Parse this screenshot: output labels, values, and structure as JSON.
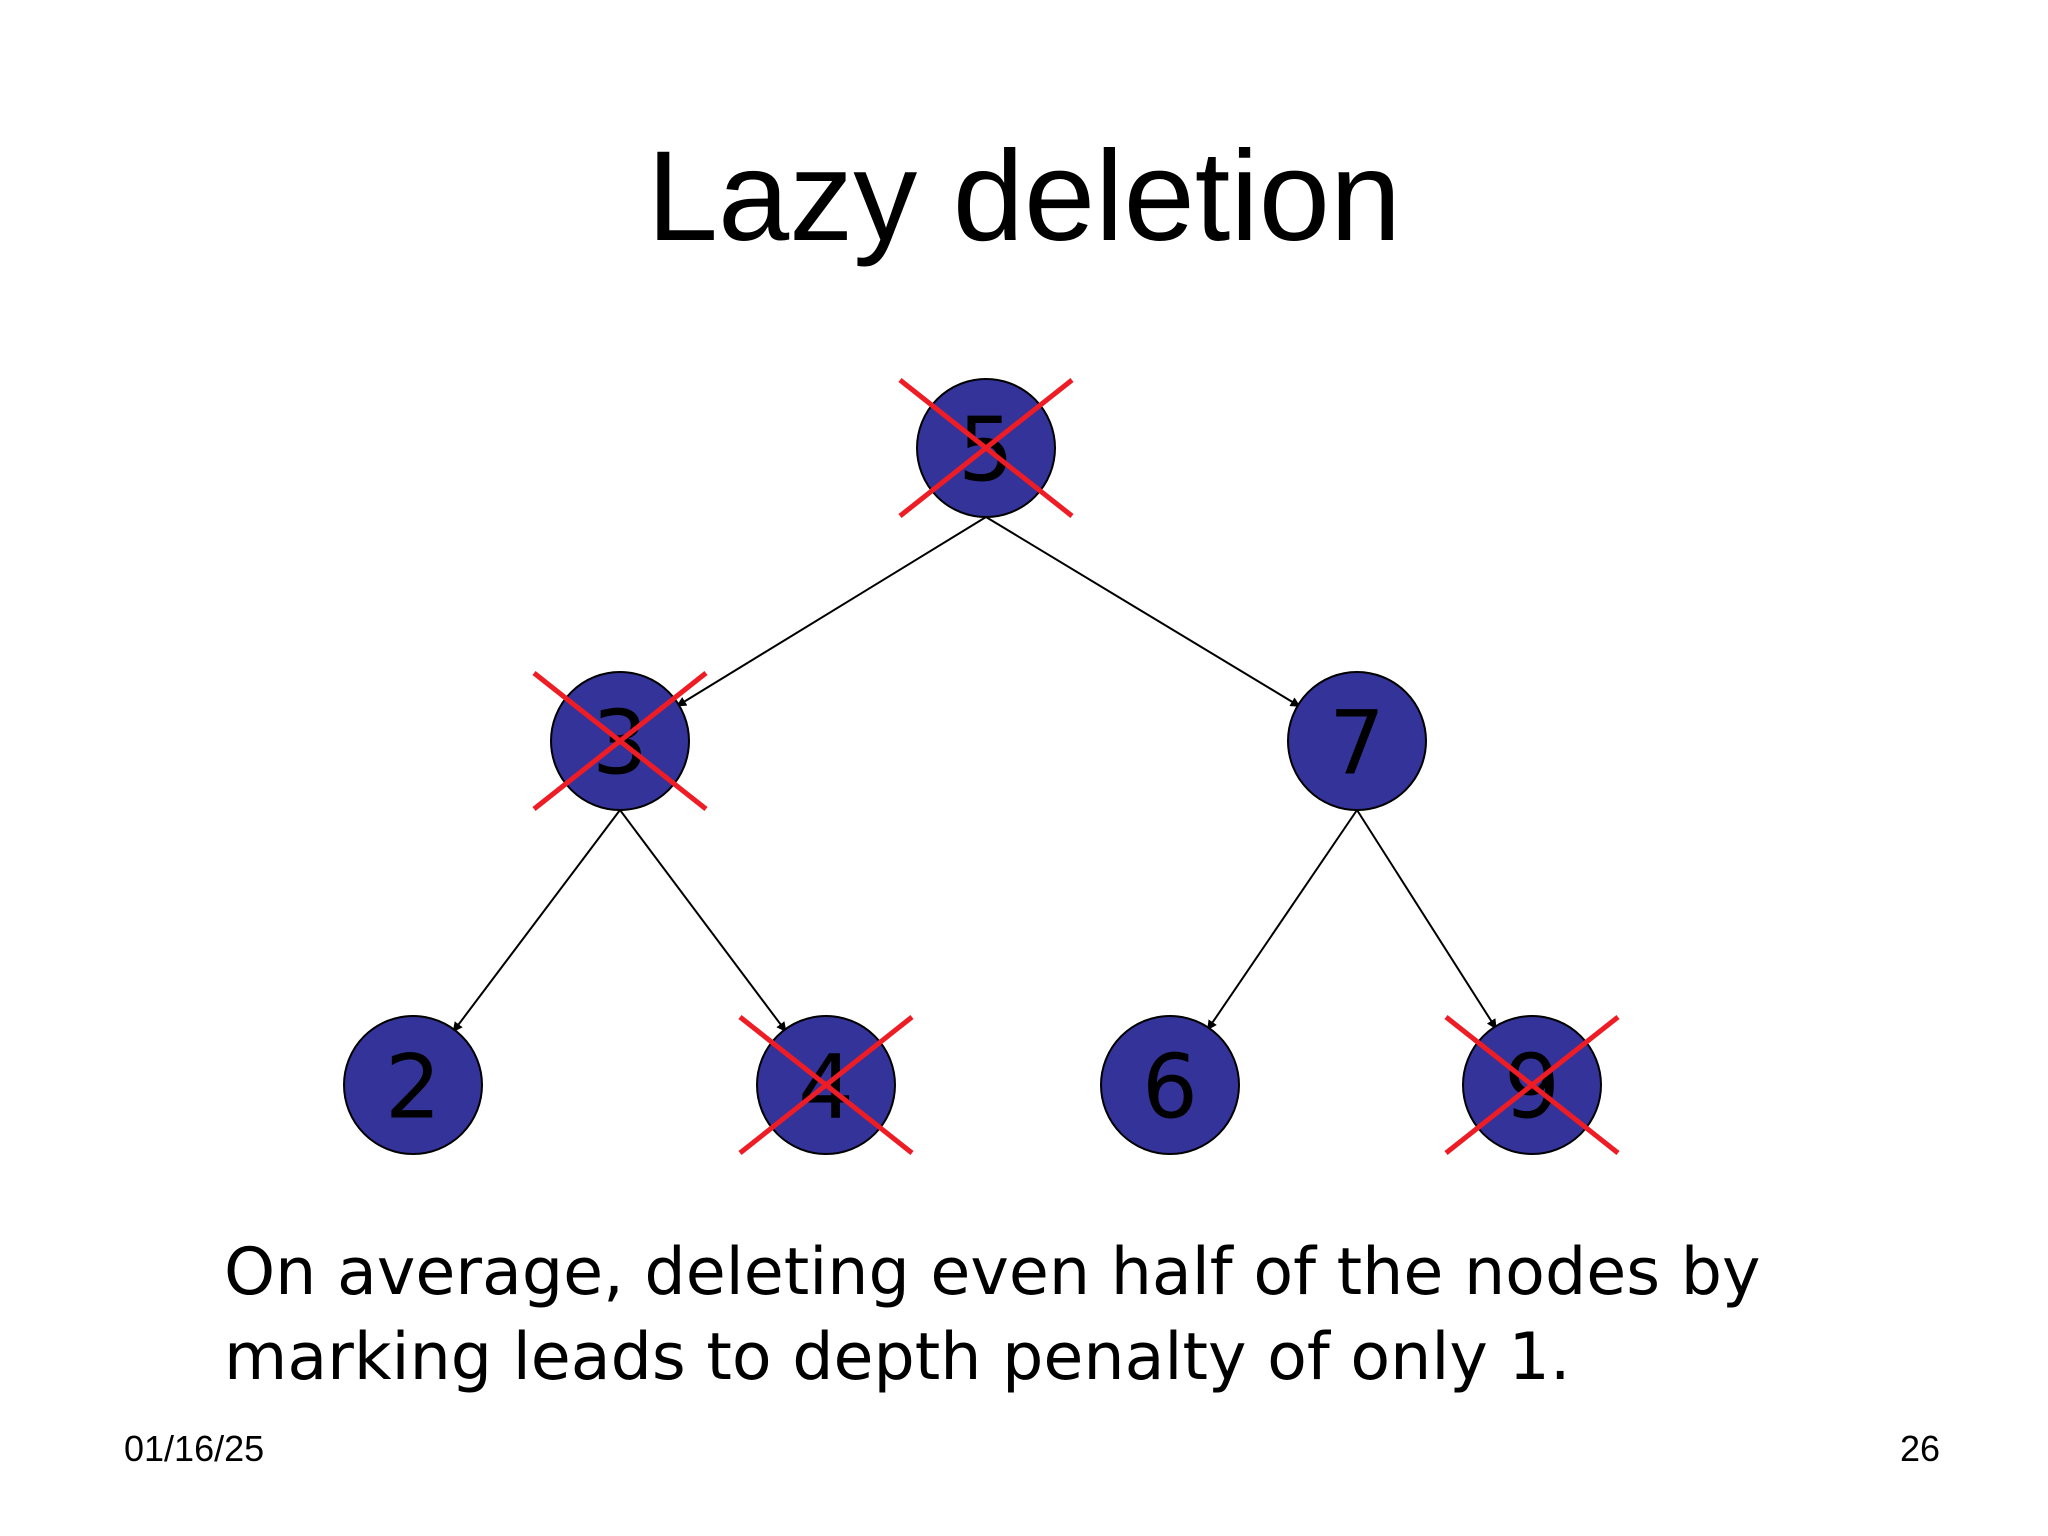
{
  "slide": {
    "title": "Lazy deletion",
    "caption_lines": [
      "On average, deleting even half of the nodes by",
      "marking leads to depth penalty of only 1."
    ],
    "footer_date": "01/16/25",
    "page_number": "26"
  },
  "colors": {
    "node_fill": "#333399",
    "cross_mark": "#ee1c24",
    "text": "#000000",
    "background": "#ffffff"
  },
  "tree": {
    "nodes": [
      {
        "id": "n5",
        "label": "5",
        "deleted": true
      },
      {
        "id": "n3",
        "label": "3",
        "deleted": true
      },
      {
        "id": "n7",
        "label": "7",
        "deleted": false
      },
      {
        "id": "n2",
        "label": "2",
        "deleted": false
      },
      {
        "id": "n4",
        "label": "4",
        "deleted": true
      },
      {
        "id": "n6",
        "label": "6",
        "deleted": false
      },
      {
        "id": "n9",
        "label": "9",
        "deleted": true
      }
    ],
    "edges": [
      {
        "from": "n5",
        "to": "n3"
      },
      {
        "from": "n5",
        "to": "n7"
      },
      {
        "from": "n3",
        "to": "n2"
      },
      {
        "from": "n3",
        "to": "n4"
      },
      {
        "from": "n7",
        "to": "n6"
      },
      {
        "from": "n7",
        "to": "n9"
      }
    ]
  }
}
